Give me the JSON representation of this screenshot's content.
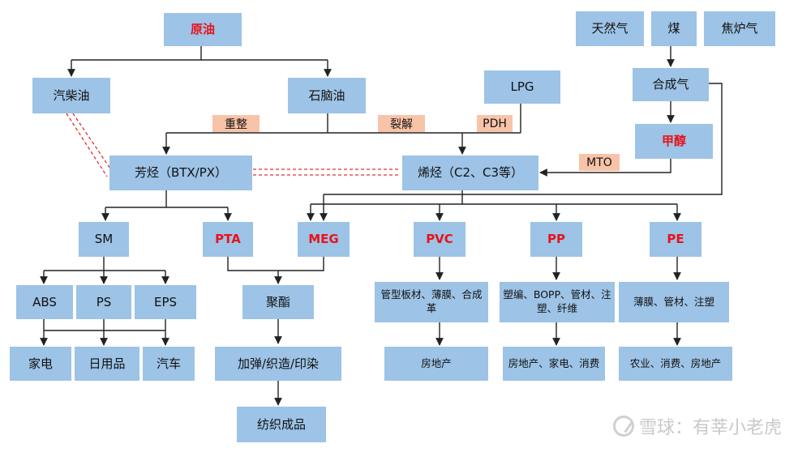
{
  "nodes": {
    "crude": "原油",
    "diesel": "汽柴油",
    "naphtha": "石脑油",
    "lpg": "LPG",
    "natgas": "天然气",
    "coal": "煤",
    "cokegas": "焦炉气",
    "syngas": "合成气",
    "methanol": "甲醇",
    "aromatics": "芳烃（BTX/PX）",
    "olefins": "烯烃（C2、C3等）",
    "sm": "SM",
    "pta": "PTA",
    "meg": "MEG",
    "pvc": "PVC",
    "pp": "PP",
    "pe": "PE",
    "abs": "ABS",
    "ps": "PS",
    "eps": "EPS",
    "appliance": "家电",
    "daily": "日用品",
    "auto": "汽车",
    "polyester": "聚酯",
    "texturing": "加弹/织造/印染",
    "textile": "纺织成品",
    "pvc_use": "管型板材、薄膜、合成革",
    "pvc_end": "房地产",
    "pp_use": "塑编、BOPP、管材、注塑、纤维",
    "pp_end": "房地产、家电、消费",
    "pe_use": "薄膜、管材、注塑",
    "pe_end": "农业、消费、房地产"
  },
  "processes": {
    "reforming": "重整",
    "cracking": "裂解",
    "pdh": "PDH",
    "mto": "MTO"
  },
  "watermark": "雪球：有莘小老虎",
  "colors": {
    "box": "#9dc3e6",
    "process": "#f8c4a8",
    "highlight": "#e8121b",
    "line": "#222222",
    "dashed": "#e03030"
  }
}
